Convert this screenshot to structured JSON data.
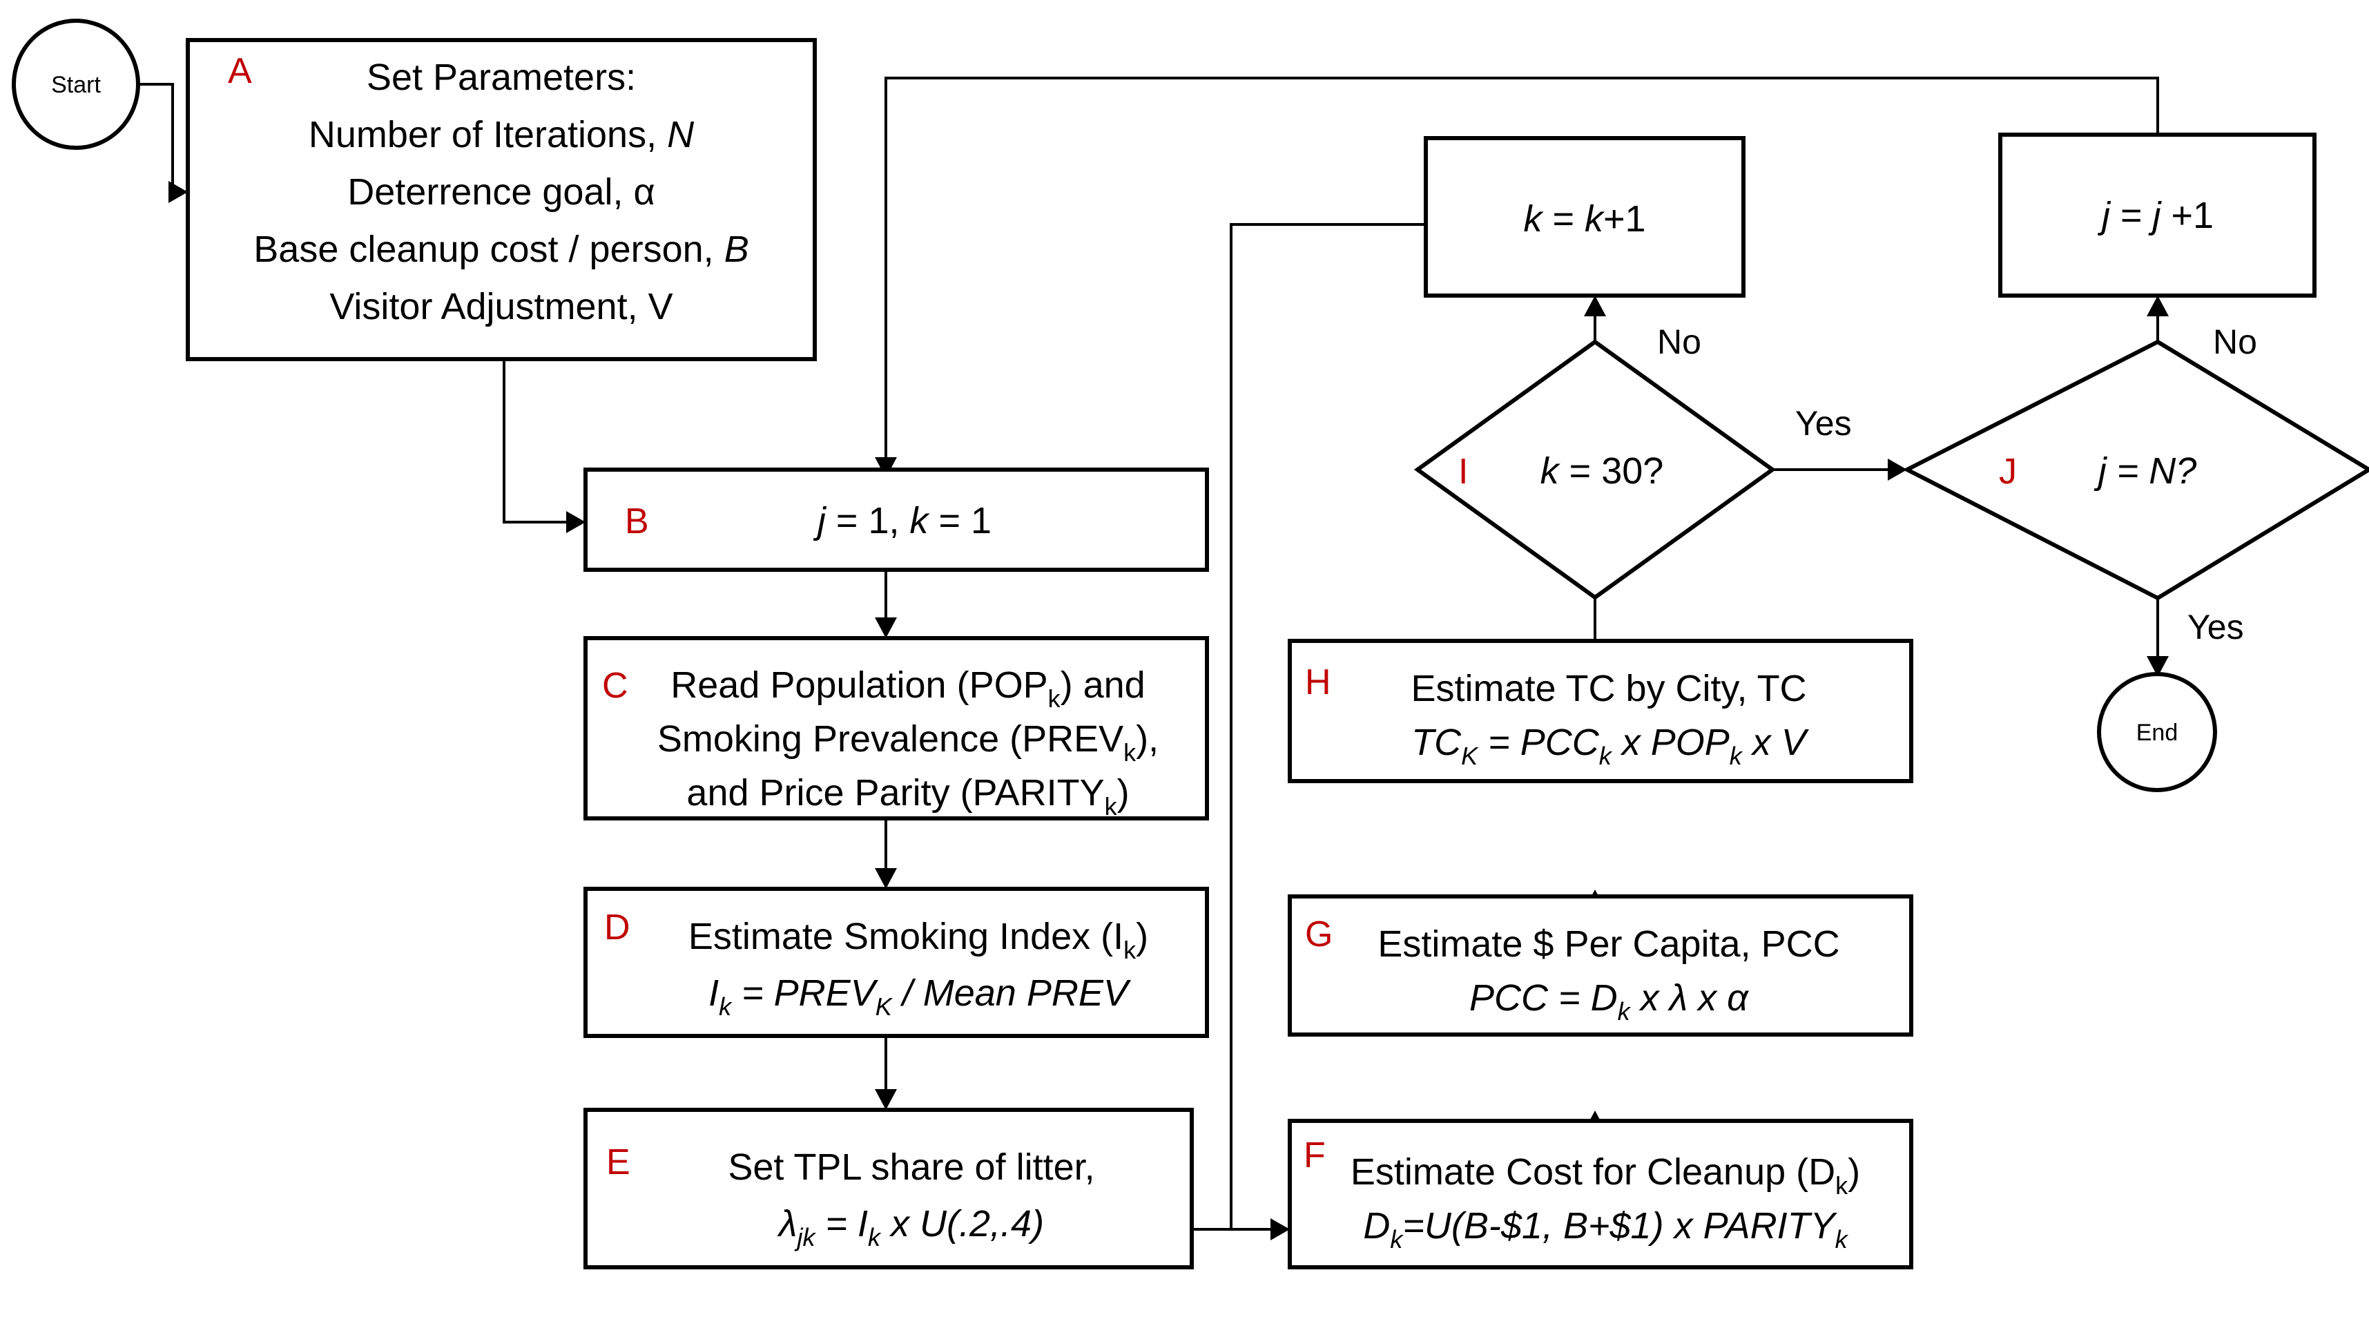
{
  "diagram": {
    "title": "Monte Carlo simulation flowchart for tobacco product litter cleanup cost estimation",
    "accent_color": "#C00000",
    "line_color": "#000000",
    "background": "#FFFFFF"
  },
  "terminals": {
    "start": "Start",
    "end": "End"
  },
  "nodes": [
    {
      "id": "A",
      "letter": "A",
      "shape": "rect",
      "lines": [
        "Set Parameters:",
        "Number of Iterations, N",
        "Deterrence goal, α",
        "Base cleanup cost / person, B",
        "Visitor Adjustment, V"
      ]
    },
    {
      "id": "B",
      "letter": "B",
      "shape": "rect",
      "lines": [
        "j = 1, k = 1"
      ]
    },
    {
      "id": "C",
      "letter": "C",
      "shape": "rect",
      "lines": [
        "Read Population (POPk) and",
        "Smoking Prevalence (PREVk),",
        "and Price Parity (PARITYk)"
      ]
    },
    {
      "id": "D",
      "letter": "D",
      "shape": "rect",
      "lines": [
        "Estimate Smoking Index (Ik)",
        "Ik = PREVK / Mean PREV"
      ]
    },
    {
      "id": "E",
      "letter": "E",
      "shape": "rect",
      "lines": [
        "Set TPL share of litter,",
        "λjk = Ik x U(.2,.4)"
      ]
    },
    {
      "id": "F",
      "letter": "F",
      "shape": "rect",
      "lines": [
        "Estimate Cost for Cleanup (Dk)",
        "Dk=U(B-$1, B+$1) x PARITYk"
      ]
    },
    {
      "id": "G",
      "letter": "G",
      "shape": "rect",
      "lines": [
        "Estimate $ Per Capita, PCC",
        "PCC = Dk x λ x α"
      ]
    },
    {
      "id": "H",
      "letter": "H",
      "shape": "rect",
      "lines": [
        "Estimate TC by City, TC",
        "TCK = PCCk x POPk x V"
      ]
    },
    {
      "id": "I",
      "letter": "I",
      "shape": "diamond",
      "lines": [
        "k = 30?"
      ]
    },
    {
      "id": "J",
      "letter": "J",
      "shape": "diamond",
      "lines": [
        "j = N?"
      ]
    },
    {
      "id": "K_INC",
      "letter": "",
      "shape": "rect",
      "lines": [
        "k = k+1"
      ]
    },
    {
      "id": "J_INC",
      "letter": "",
      "shape": "rect",
      "lines": [
        "j = j +1"
      ]
    }
  ],
  "node_text": {
    "A": {
      "letter": "A",
      "l1": "Set Parameters:",
      "l2_a": "Number of Iterations, ",
      "l2_b": "N",
      "l3_a": "Deterrence goal, ",
      "l3_b": "α",
      "l4_a": "Base cleanup cost / person, ",
      "l4_b": "B",
      "l5_a": "Visitor Adjustment, ",
      "l5_b": "V"
    },
    "B": {
      "letter": "B",
      "l1_a": "j",
      "l1_b": " = 1, ",
      "l1_c": "k",
      "l1_d": " = 1"
    },
    "C": {
      "letter": "C",
      "l1_a": "Read Population (POP",
      "l1_sub": "k",
      "l1_b": ") and",
      "l2_a": "Smoking Prevalence (PREV",
      "l2_sub": "k",
      "l2_b": "),",
      "l3_a": "and Price Parity (PARITY",
      "l3_sub": "k",
      "l3_b": ")"
    },
    "D": {
      "letter": "D",
      "l1_a": "Estimate Smoking Index (I",
      "l1_sub": "k",
      "l1_b": ")",
      "l2_a": "I",
      "l2_sub1": "k",
      "l2_b": " = PREV",
      "l2_sub2": "K",
      "l2_c": " / Mean PREV"
    },
    "E": {
      "letter": "E",
      "l1": "Set TPL share of litter,",
      "l2_a": "λ",
      "l2_sub": "jk",
      "l2_b": " = I",
      "l2_sub2": "k",
      "l2_c": " x U(.2,.4)"
    },
    "F": {
      "letter": "F",
      "l1_a": "Estimate Cost for Cleanup (D",
      "l1_sub": "k",
      "l1_b": ")",
      "l2_a": "D",
      "l2_sub": "k",
      "l2_b": "=U(B-$1, B+$1) x PARITY",
      "l2_sub2": "k"
    },
    "G": {
      "letter": "G",
      "l1": "Estimate $ Per Capita, PCC",
      "l2_a": "PCC = D",
      "l2_sub": "k",
      "l2_b": " x λ x α"
    },
    "H": {
      "letter": "H",
      "l1": "Estimate TC by City, TC",
      "l2_a": "TC",
      "l2_sub": "K",
      "l2_b": " = PCC",
      "l2_sub2": "k",
      "l2_c": " x POP",
      "l2_sub3": "k",
      "l2_d": " x V"
    },
    "I": {
      "letter": "I",
      "l1_a": "k",
      "l1_b": " = 30?"
    },
    "J": {
      "letter": "J",
      "l1_a": "j",
      "l1_b": " = N?"
    },
    "K_INC": {
      "l1_a": "k",
      "l1_b": " = ",
      "l1_c": "k",
      "l1_d": "+1"
    },
    "J_INC": {
      "l1_a": "j",
      "l1_b": " = ",
      "l1_c": "j",
      "l1_d": " +1"
    }
  },
  "edge_labels": {
    "i_no": "No",
    "i_yes": "Yes",
    "j_no": "No",
    "j_yes": "Yes"
  }
}
